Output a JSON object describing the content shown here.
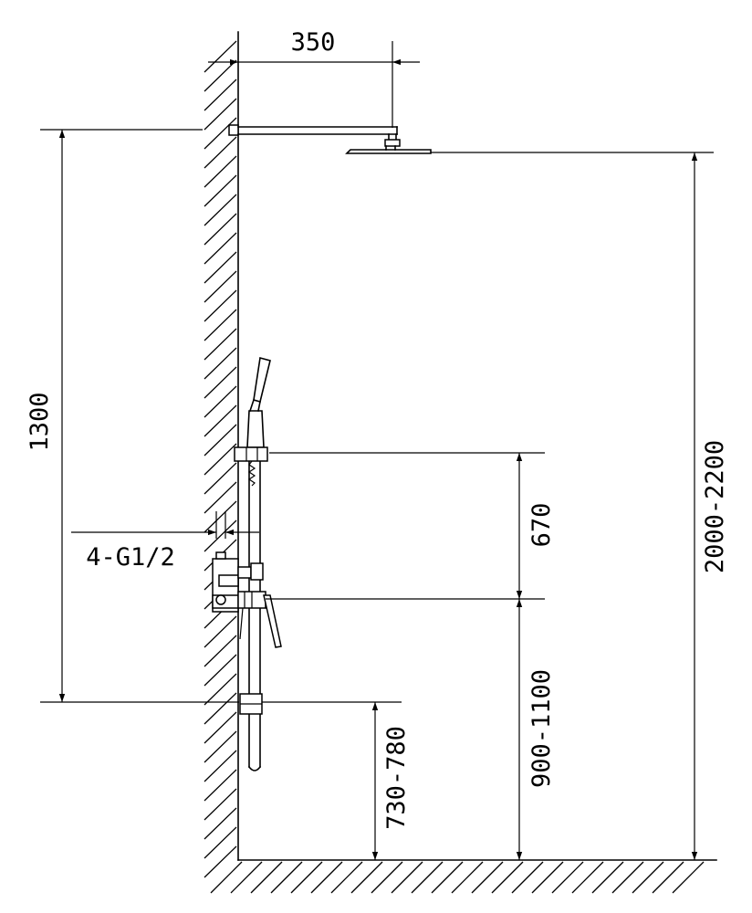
{
  "diagram": {
    "dimensions": {
      "arm_length": "350",
      "head_height": "2000-2200",
      "slide_bar_length": "1300",
      "holder_to_mixer": "670",
      "mixer_height": "900-1100",
      "lower_bracket_height": "730-780",
      "inlet_thread": "4-G1/2"
    },
    "colors": {
      "line": "#000000",
      "background": "#ffffff"
    }
  }
}
